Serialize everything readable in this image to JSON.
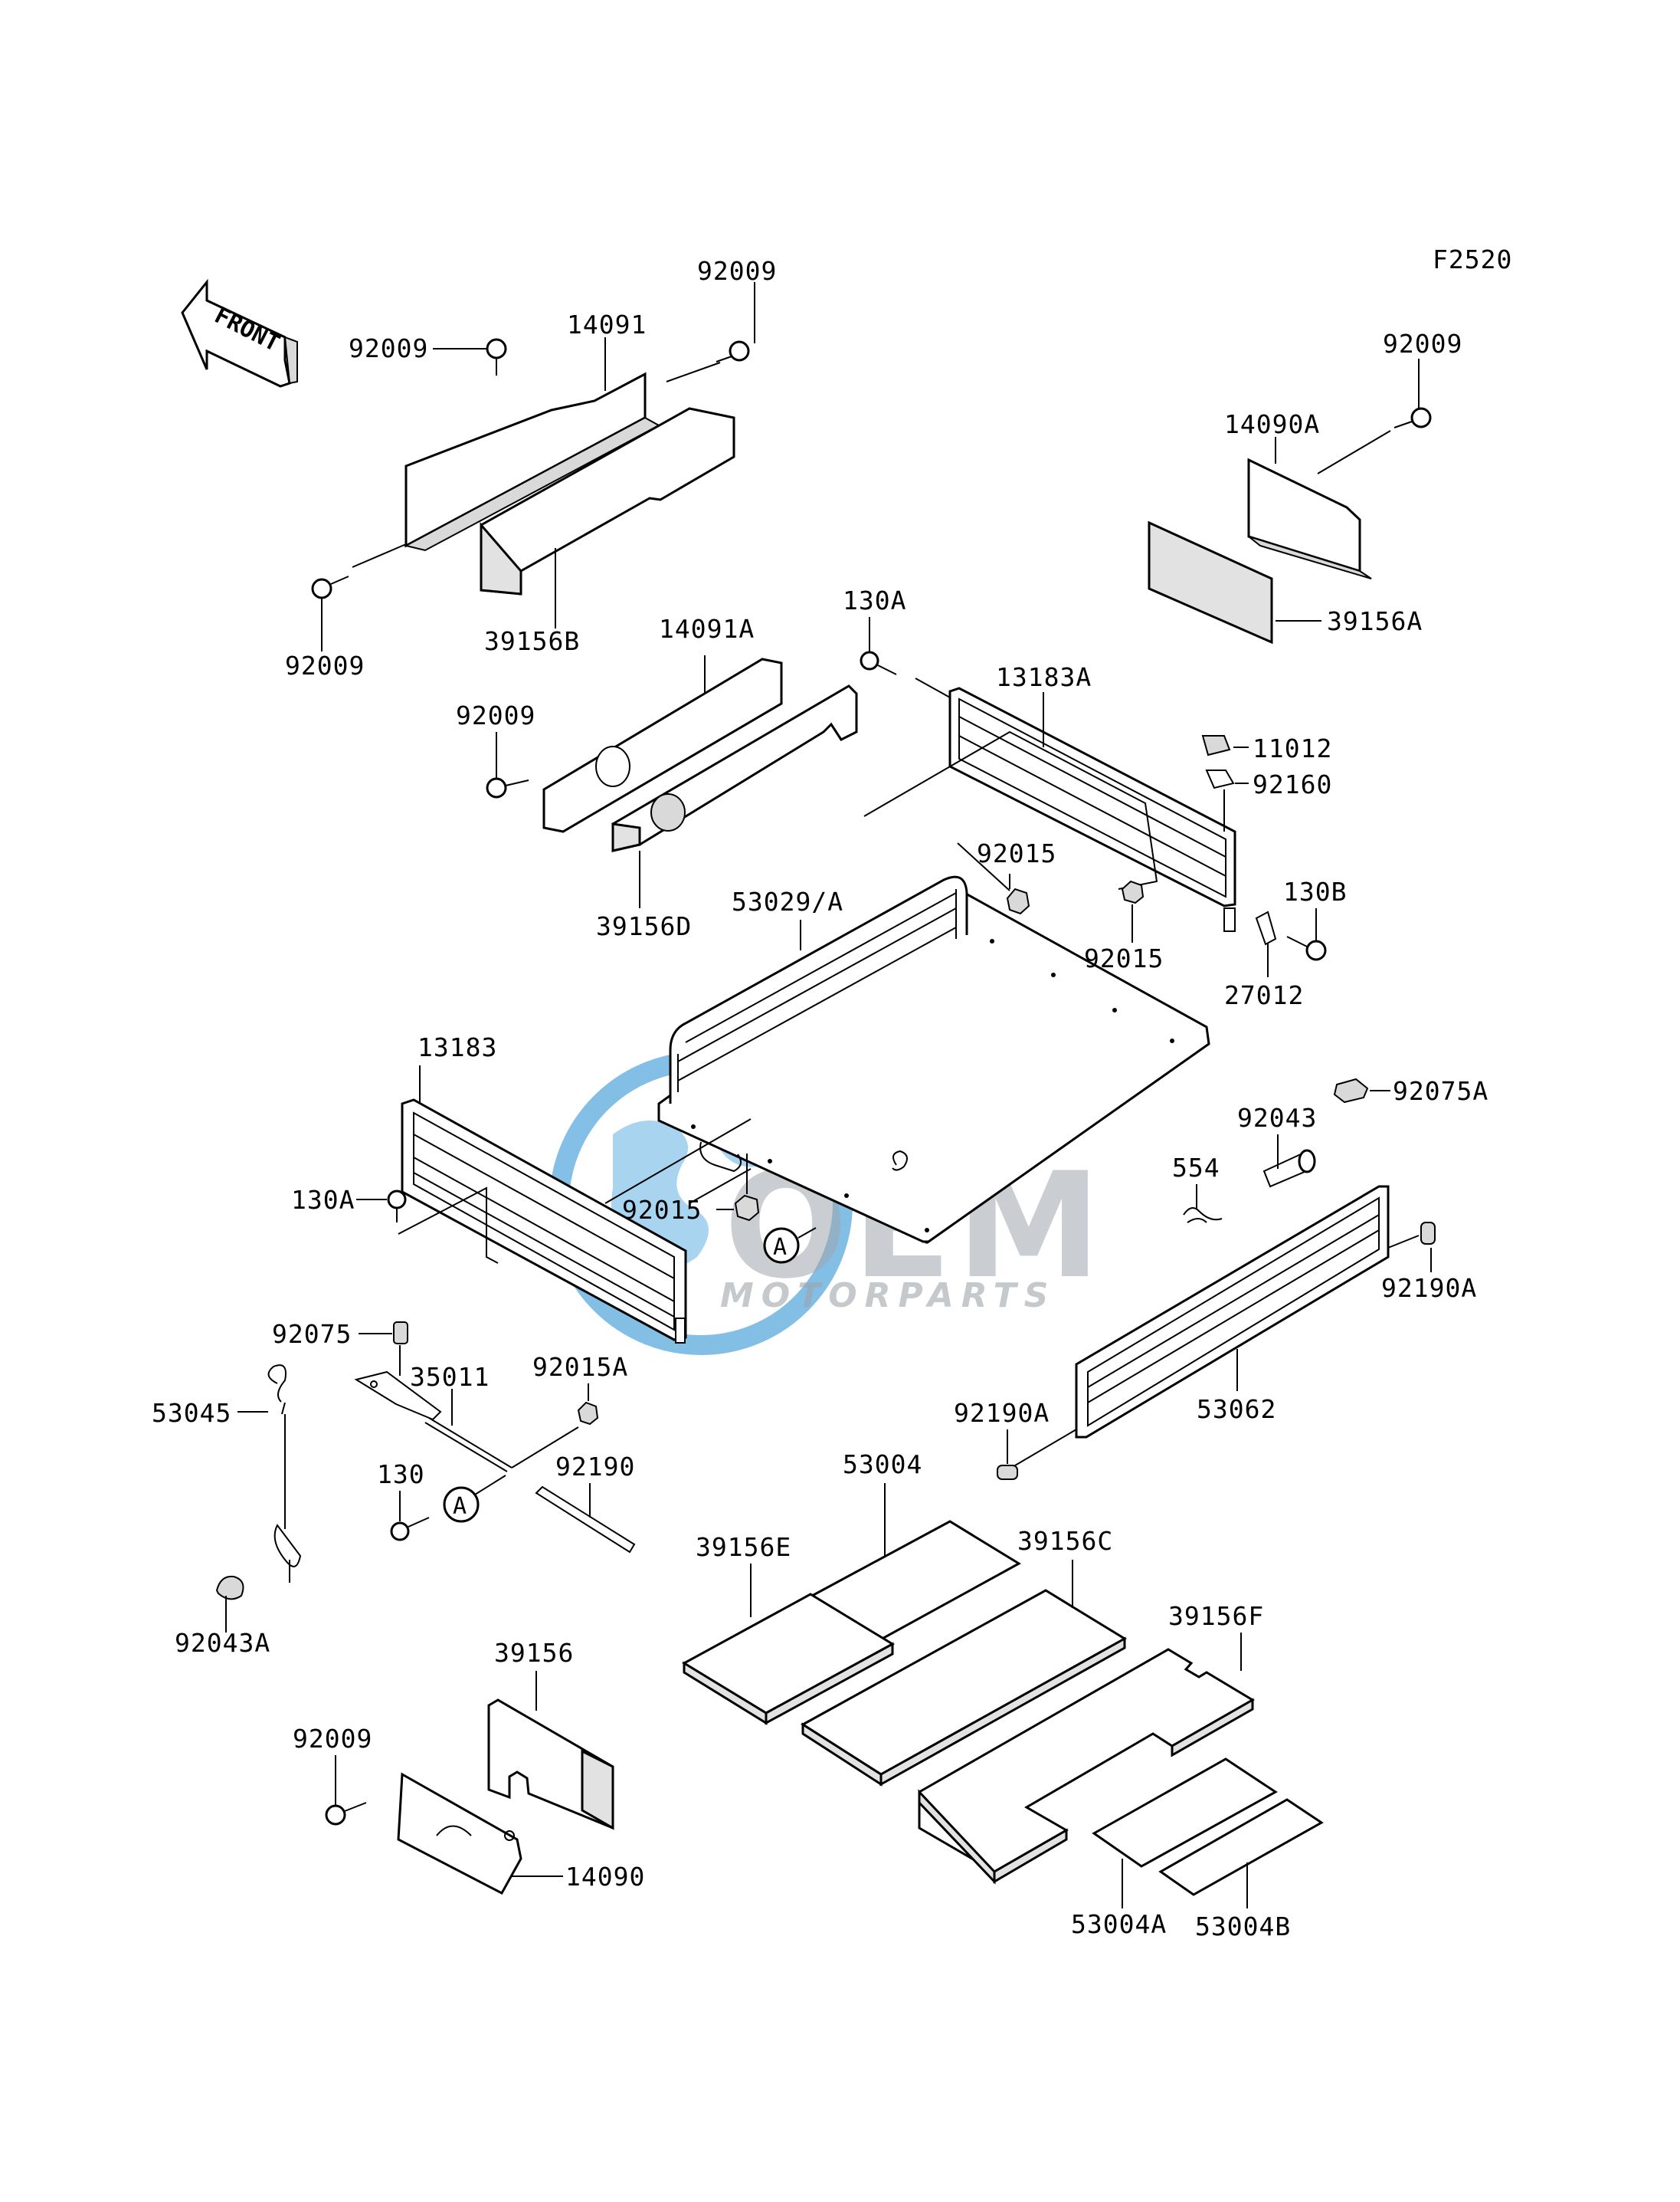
{
  "diagram_code": "F2520",
  "front_label": "FRONT",
  "watermark": {
    "brand": "OEM",
    "sub": "MOTORPARTS",
    "color": "#5aa9dd"
  },
  "callout_letter": "A",
  "labels": {
    "p92009_tl_top": "92009",
    "p14091": "14091",
    "p92009_tl_right": "92009",
    "p92009_tl_bottom": "92009",
    "p39156B": "39156B",
    "p92009_tr": "92009",
    "p14090A": "14090A",
    "p39156A": "39156A",
    "p14091A": "14091A",
    "p92009_mid": "92009",
    "p39156D": "39156D",
    "p130A_top": "130A",
    "p13183A": "13183A",
    "p11012": "11012",
    "p92160": "92160",
    "p92015_a": "92015",
    "p92015_b": "92015",
    "p130B": "130B",
    "p27012": "27012",
    "p53029A": "53029/A",
    "p13183": "13183",
    "p92075A": "92075A",
    "p92043": "92043",
    "p554": "554",
    "p130A_left": "130A",
    "p92015_c": "92015",
    "p92190A_right": "92190A",
    "p92075": "92075",
    "p35011": "35011",
    "p92015A": "92015A",
    "p53045": "53045",
    "p92190A_mid": "92190A",
    "p53062": "53062",
    "p130": "130",
    "p92190": "92190",
    "p53004": "53004",
    "p39156E": "39156E",
    "p39156C": "39156C",
    "p92043A": "92043A",
    "p39156F": "39156F",
    "p39156": "39156",
    "p92009_bl": "92009",
    "p14090": "14090",
    "p53004A": "53004A",
    "p53004B": "53004B"
  }
}
